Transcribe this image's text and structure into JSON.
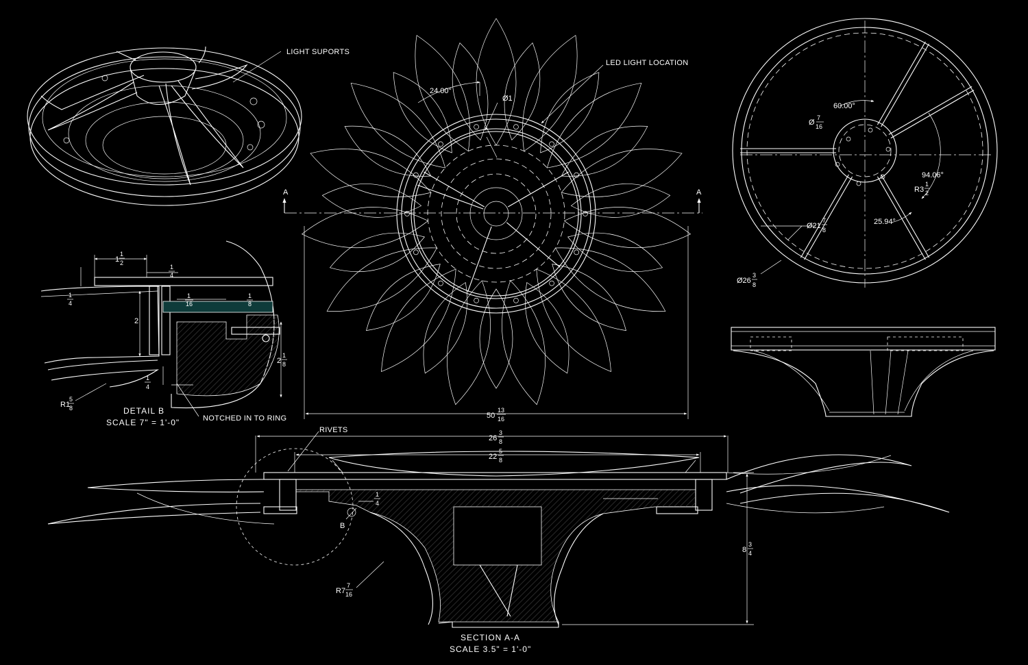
{
  "callouts": {
    "light_supports": "LIGHT SUPORTS",
    "led_light_location": "LED LIGHT LOCATION",
    "notched": "NOTCHED IN TO RING",
    "rivets": "RIVETS",
    "detail_ref": "B",
    "section_mark": "A"
  },
  "detail_b": {
    "title": "DETAIL B",
    "scale": "SCALE 7\" = 1'-0\"",
    "dims": {
      "top_width": {
        "whole": "1",
        "num": "1",
        "den": "2"
      },
      "top_gap": {
        "whole": "",
        "num": "1",
        "den": "4"
      },
      "left_quarter": {
        "whole": "",
        "num": "1",
        "den": "4"
      },
      "sixteenth": {
        "whole": "",
        "num": "1",
        "den": "16"
      },
      "eighth": {
        "whole": "",
        "num": "1",
        "den": "8"
      },
      "height_2": "2",
      "bottom_quarter": {
        "whole": "",
        "num": "1",
        "den": "4"
      },
      "right_height": {
        "whole": "2",
        "num": "1",
        "den": "8"
      },
      "radius": {
        "whole": "R1",
        "num": "5",
        "den": "8"
      }
    }
  },
  "plan_view": {
    "angle": "24.00°",
    "diameter": "Ø1",
    "overall_width": {
      "whole": "50",
      "num": "13",
      "den": "16"
    }
  },
  "top_view": {
    "angle_top": "60.00°",
    "hole": {
      "whole": "Ø",
      "num": "7",
      "den": "16"
    },
    "angle_right": "94.06°",
    "radius": {
      "whole": "R3",
      "num": "1",
      "den": "2"
    },
    "angle_bottom": "25.94°",
    "inner_dia": {
      "whole": "Ø21",
      "num": "7",
      "den": "8"
    },
    "outer_dia": {
      "whole": "Ø26",
      "num": "3",
      "den": "8"
    }
  },
  "section_aa": {
    "title": "SECTION A-A",
    "scale": "SCALE 3.5\" = 1'-0\"",
    "dims": {
      "overall": {
        "whole": "26",
        "num": "3",
        "den": "8"
      },
      "inner": {
        "whole": "22",
        "num": "5",
        "den": "8"
      },
      "quarter": {
        "whole": "",
        "num": "1",
        "den": "4"
      },
      "height": {
        "whole": "8",
        "num": "3",
        "den": "4"
      },
      "radius": {
        "whole": "R7",
        "num": "7",
        "den": "16"
      }
    }
  },
  "colors": {
    "background": "#000000",
    "line": "#ffffff",
    "glass": "#0e3b3a"
  }
}
